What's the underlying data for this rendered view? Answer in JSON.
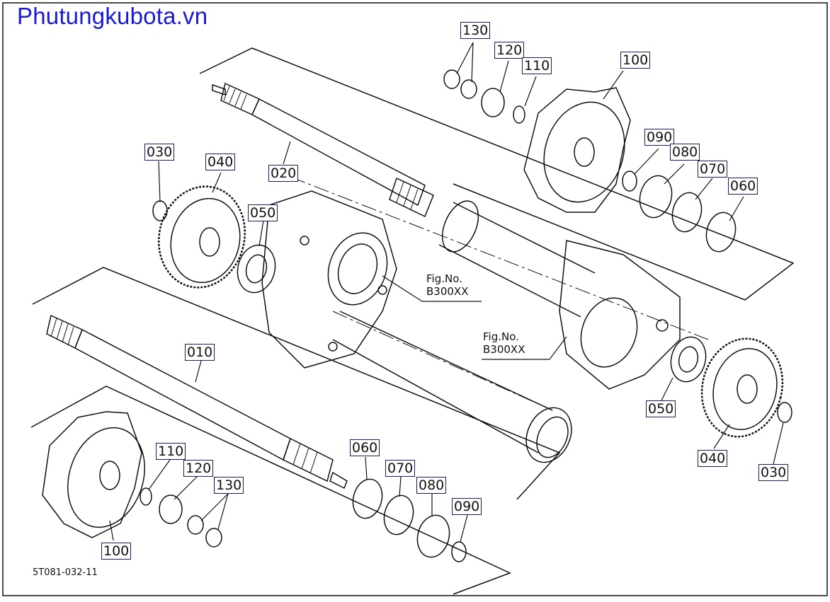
{
  "brand": {
    "name": "Phutungkubota.vn"
  },
  "diagram_code": "5T081-032-11",
  "colors": {
    "brand": "#1a1ad0",
    "line": "#111111",
    "label_border": "#1a1a6e"
  },
  "figure_refs": [
    {
      "line1": "Fig.No.",
      "line2": "B300XX"
    },
    {
      "line1": "Fig.No.",
      "line2": "B300XX"
    }
  ],
  "parts": [
    {
      "number": "130"
    },
    {
      "number": "120"
    },
    {
      "number": "110"
    },
    {
      "number": "100"
    },
    {
      "number": "090"
    },
    {
      "number": "080"
    },
    {
      "number": "070"
    },
    {
      "number": "060"
    },
    {
      "number": "030"
    },
    {
      "number": "040"
    },
    {
      "number": "020"
    },
    {
      "number": "050"
    },
    {
      "number": "010"
    },
    {
      "number": "050"
    },
    {
      "number": "040"
    },
    {
      "number": "030"
    },
    {
      "number": "110"
    },
    {
      "number": "120"
    },
    {
      "number": "130"
    },
    {
      "number": "060"
    },
    {
      "number": "070"
    },
    {
      "number": "080"
    },
    {
      "number": "090"
    },
    {
      "number": "100"
    }
  ]
}
